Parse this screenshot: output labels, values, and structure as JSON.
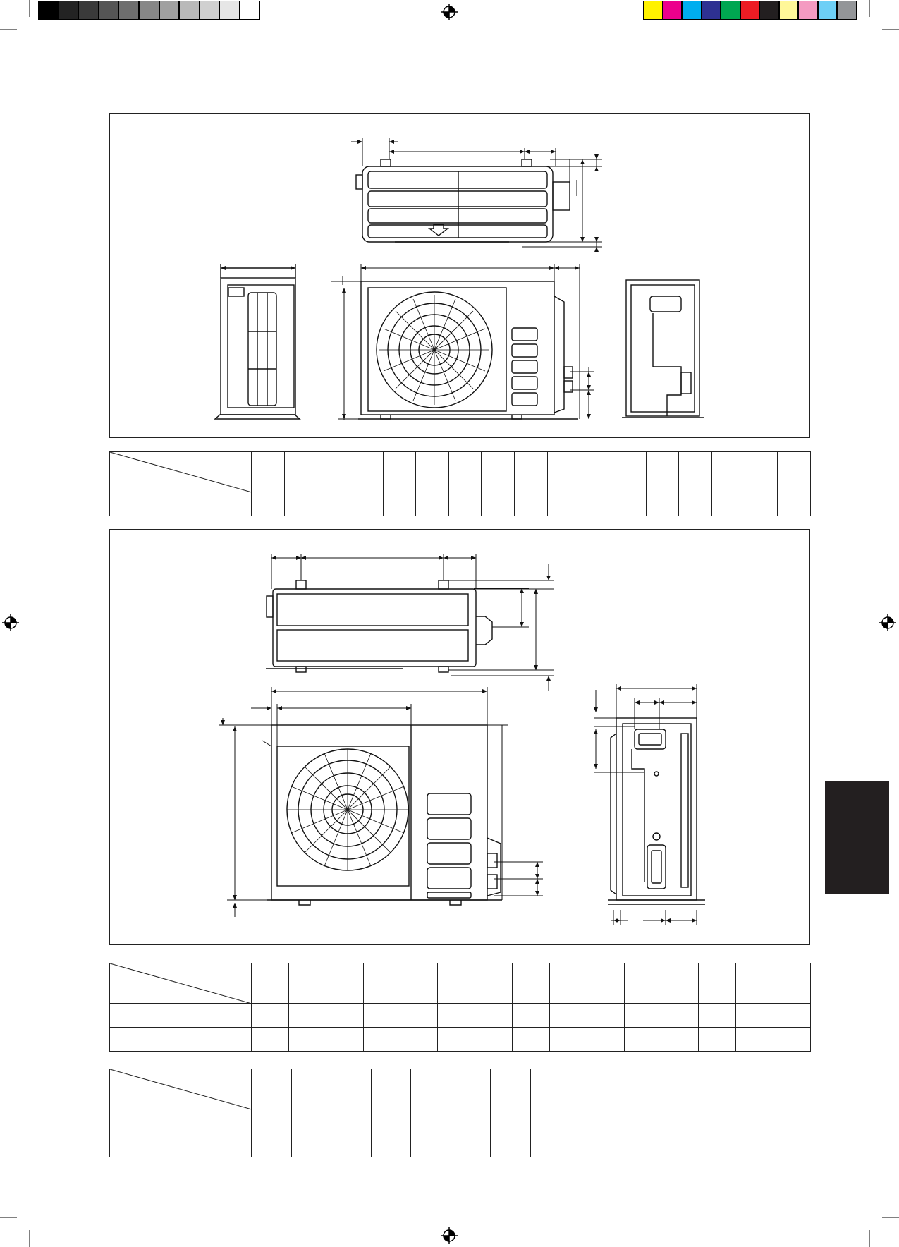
{
  "print_marks": {
    "gray_bar": [
      "#000000",
      "#232323",
      "#3a3a3a",
      "#555555",
      "#6e6e6e",
      "#878787",
      "#a0a0a0",
      "#b9b9b9",
      "#d0d0d0",
      "#e6e6e6",
      "#ffffff"
    ],
    "color_bar": [
      "#fff200",
      "#ec008c",
      "#00aeef",
      "#2e3192",
      "#00a651",
      "#ed1c24",
      "#231f20",
      "#fff799",
      "#f49ac1",
      "#6dcff6",
      "#939598"
    ],
    "registration_marks": [
      "registration-mark-top",
      "registration-mark-left",
      "registration-mark-right",
      "registration-mark-bottom"
    ]
  },
  "figures": [
    {
      "name": "outdoor-unit-small",
      "views": [
        "top-view",
        "left-side-view",
        "front-view",
        "right-side-view"
      ]
    },
    {
      "name": "outdoor-unit-large",
      "views": [
        "top-view",
        "front-view",
        "right-side-view"
      ]
    }
  ],
  "tables": {
    "table_1": {
      "data_columns": 17,
      "body_rows": 1
    },
    "table_2": {
      "data_columns": 15,
      "body_rows": 2
    },
    "table_3": {
      "data_columns": 7,
      "body_rows": 2
    }
  },
  "side_tab": {
    "color": "#231f20"
  }
}
